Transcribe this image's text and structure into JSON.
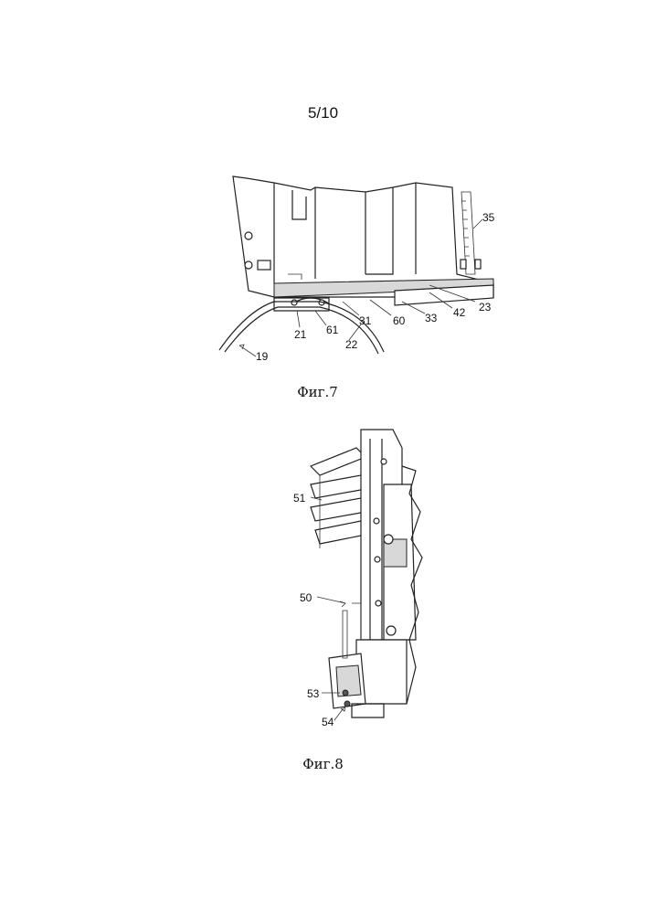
{
  "page": {
    "number": "5/10"
  },
  "figures": [
    {
      "caption": "Фиг.7",
      "labels": [
        "35",
        "23",
        "42",
        "33",
        "60",
        "31",
        "61",
        "21",
        "22",
        "19"
      ]
    },
    {
      "caption": "Фиг.8",
      "labels": [
        "51",
        "50",
        "53",
        "54"
      ]
    }
  ]
}
